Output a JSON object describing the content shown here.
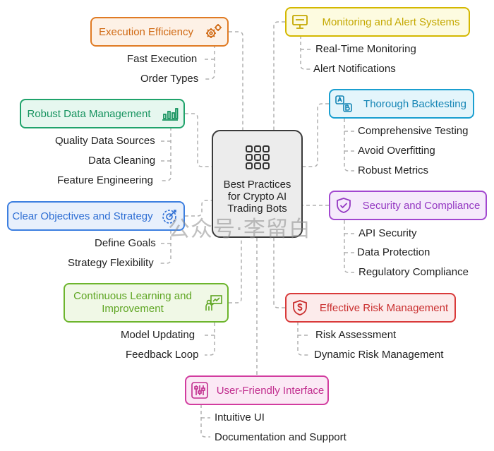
{
  "center": {
    "title": "Best Practices for Crypto AI Trading Bots"
  },
  "watermark": "公众号·李留白",
  "nodes": {
    "execution": {
      "label": "Execution Efficiency",
      "items": [
        "Fast Execution",
        "Order Types"
      ],
      "color": "#e07b24"
    },
    "monitoring": {
      "label": "Monitoring and Alert Systems",
      "items": [
        "Real-Time Monitoring",
        "Alert Notifications"
      ],
      "color": "#d4b800"
    },
    "data": {
      "label": "Robust Data Management",
      "items": [
        "Quality Data Sources",
        "Data Cleaning",
        "Feature Engineering"
      ],
      "color": "#1fa36b"
    },
    "backtesting": {
      "label": "Thorough Backtesting",
      "items": [
        "Comprehensive Testing",
        "Avoid Overfitting",
        "Robust Metrics"
      ],
      "color": "#1a9fd0"
    },
    "objectives": {
      "label": "Clear Objectives and Strategy",
      "items": [
        "Define Goals",
        "Strategy Flexibility"
      ],
      "color": "#3d7fe0"
    },
    "security": {
      "label": "Security and Compliance",
      "items": [
        "API Security",
        "Data Protection",
        "Regulatory Compliance"
      ],
      "color": "#a247d0"
    },
    "learning": {
      "label": "Continuous Learning and Improvement",
      "items": [
        "Model Updating",
        "Feedback Loop"
      ],
      "color": "#6db52d"
    },
    "risk": {
      "label": "Effective Risk Management",
      "items": [
        "Risk Assessment",
        "Dynamic Risk Management"
      ],
      "color": "#d93a3a"
    },
    "ui": {
      "label": "User-Friendly Interface",
      "items": [
        "Intuitive UI",
        "Documentation and Support"
      ],
      "color": "#d23c9f"
    }
  }
}
